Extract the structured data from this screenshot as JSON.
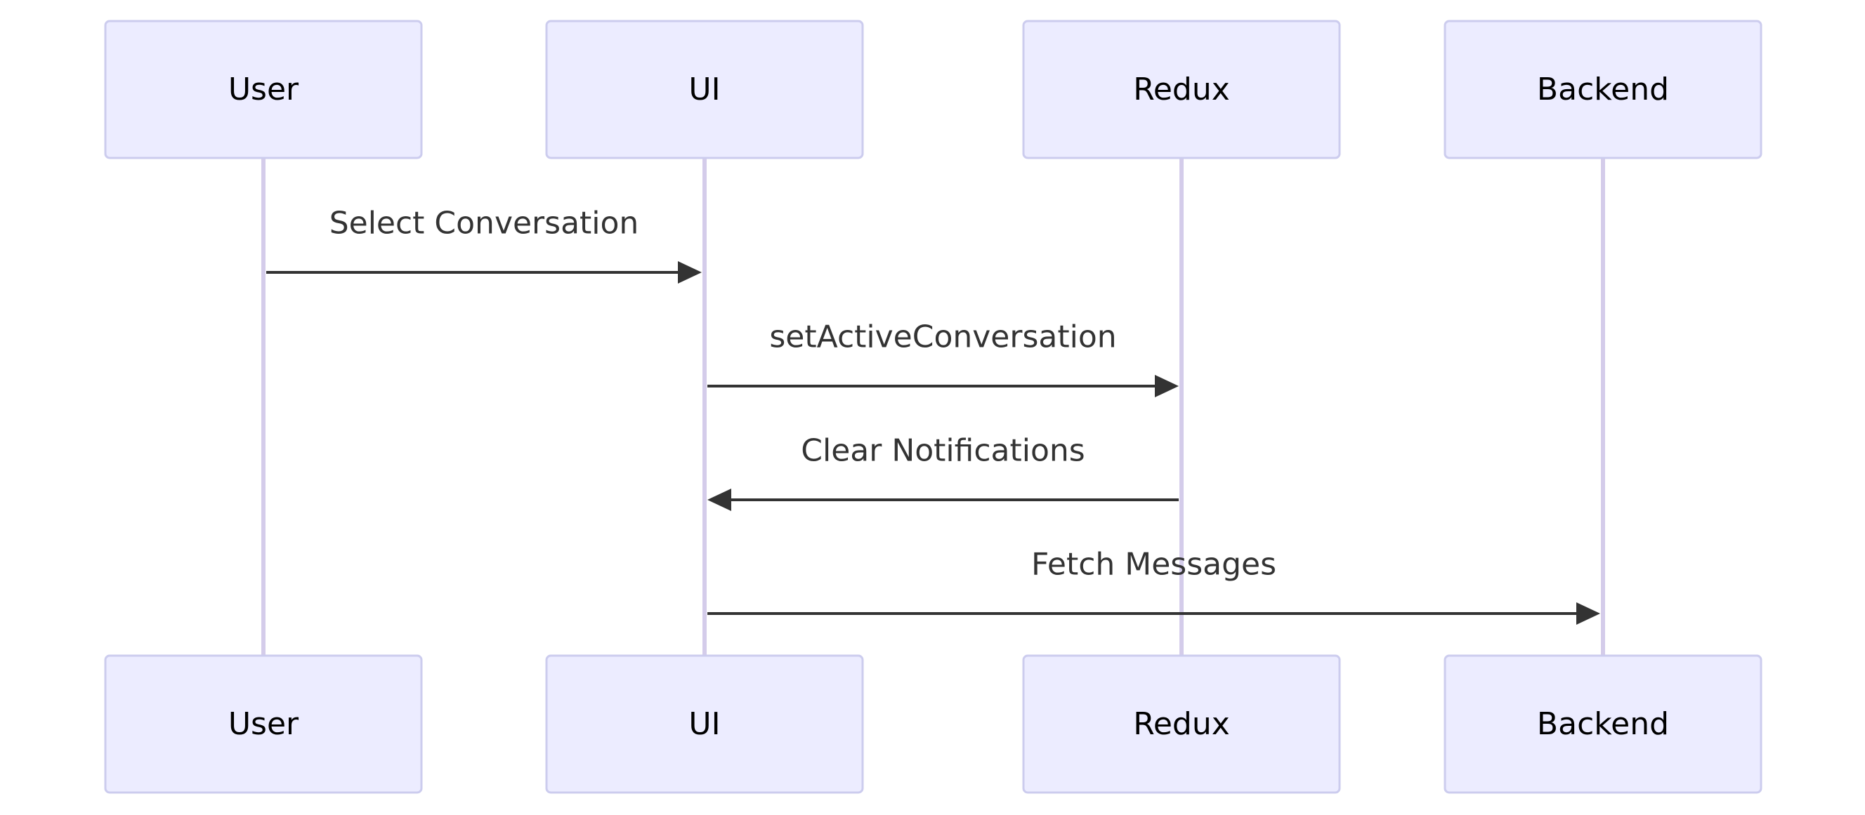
{
  "diagram": {
    "type": "sequence",
    "participants": [
      {
        "id": "user",
        "label": "User"
      },
      {
        "id": "ui",
        "label": "UI"
      },
      {
        "id": "redux",
        "label": "Redux"
      },
      {
        "id": "backend",
        "label": "Backend"
      }
    ],
    "messages": [
      {
        "from": "user",
        "to": "ui",
        "label": "Select Conversation"
      },
      {
        "from": "ui",
        "to": "redux",
        "label": "setActiveConversation"
      },
      {
        "from": "redux",
        "to": "ui",
        "label": "Clear Notifications"
      },
      {
        "from": "ui",
        "to": "backend",
        "label": "Fetch Messages"
      }
    ],
    "colors": {
      "actor_fill": "#ECECFF",
      "actor_border": "#CCCCEE",
      "lifeline": "#D4CCEA",
      "message": "#333333"
    }
  }
}
